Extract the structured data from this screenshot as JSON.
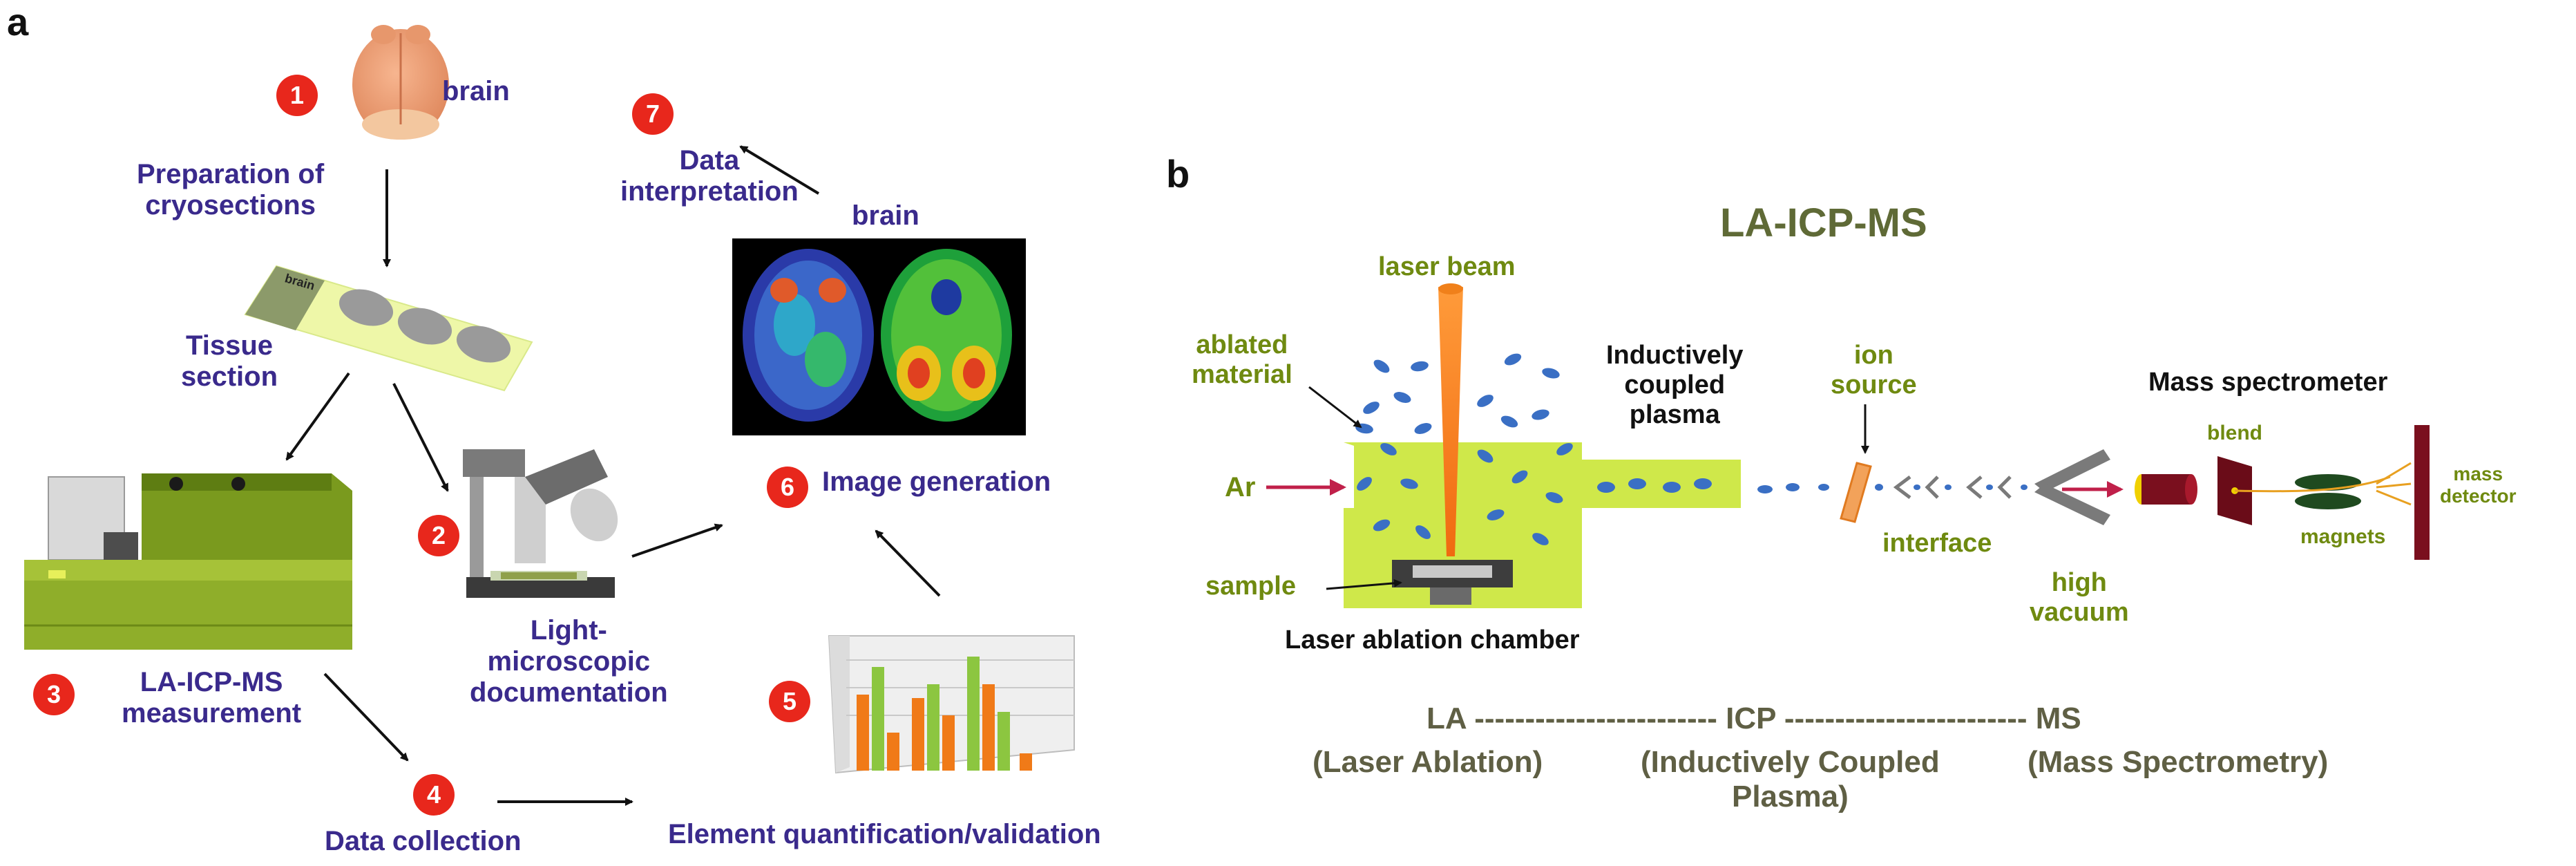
{
  "panel_a": {
    "panel_label": "a",
    "step1": {
      "num": "1",
      "label": "brain"
    },
    "prep": "Preparation of\ncryosections",
    "slide_tag": "brain",
    "tissue": "Tissue\nsection",
    "step2": {
      "num": "2",
      "label": "Light-\nmicroscopic\ndocumentation"
    },
    "step3": {
      "num": "3",
      "label": "LA-ICP-MS\nmeasurement"
    },
    "step4": {
      "num": "4",
      "label": "Data collection"
    },
    "step5": {
      "num": "5",
      "label": "Element quantification/validation"
    },
    "step6": {
      "num": "6",
      "label": "Image generation"
    },
    "step7": {
      "num": "7",
      "label": "Data\ninterpretation"
    },
    "brain_image_label": "brain"
  },
  "panel_b": {
    "panel_label": "b",
    "title": "LA-ICP-MS",
    "laser_beam": "laser beam",
    "ablated_material": "ablated\nmaterial",
    "ar": "Ar",
    "sample": "sample",
    "chamber": "Laser ablation chamber",
    "icp": "Inductively\ncoupled\nplasma",
    "ion_source": "ion\nsource",
    "interface": "interface",
    "high_vacuum": "high\nvacuum",
    "mass_spectrometer": "Mass spectrometer",
    "blend": "blend",
    "magnets": "magnets",
    "mass_detector": "mass\ndetector",
    "legend_line1": "LA ------------------------ ICP ------------------------ MS",
    "legend_la": "(Laser Ablation)",
    "legend_icp": "(Inductively Coupled\nPlasma)",
    "legend_ms": "(Mass Spectrometry)"
  },
  "colors": {
    "accent_red": "#e8271c",
    "purple_text": "#3a2a8c",
    "olive_text": "#6f8a10",
    "lime_fill": "#cfe84a",
    "particle_blue": "#3a6fc4"
  }
}
